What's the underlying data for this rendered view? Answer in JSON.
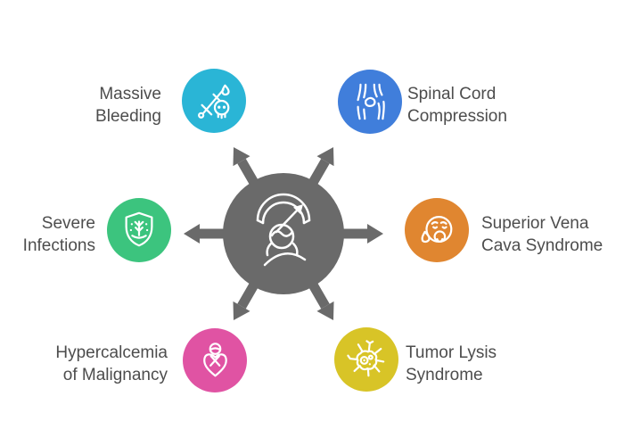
{
  "title": "Oncologic emergencies diagram",
  "canvas": {
    "background": "#ffffff"
  },
  "text_color": "#4d4d4d",
  "hub": {
    "color": "#6a6a6a",
    "icon": "stress-gauge-sad-face",
    "arrow_directions": [
      "right",
      "up-right",
      "up-left",
      "left",
      "down-left",
      "down-right"
    ]
  },
  "nodes": [
    {
      "id": "massive-bleeding",
      "line1": "Massive",
      "line2": "Bleeding",
      "color": "#2ab5d6",
      "icon": "sword-skull-blood-drop",
      "side": "left"
    },
    {
      "id": "spinal-cord-compression",
      "line1": "Spinal Cord",
      "line2": "Compression",
      "color": "#407edb",
      "icon": "bone-joint",
      "side": "right"
    },
    {
      "id": "severe-infections",
      "line1": "Severe",
      "line2": "Infections",
      "color": "#3cc47e",
      "icon": "shield-germ",
      "side": "left"
    },
    {
      "id": "superior-vena-cava-syndrome",
      "line1": "Superior Vena",
      "line2": "Cava Syndrome",
      "color": "#e08630",
      "icon": "sick-face-drop",
      "side": "right"
    },
    {
      "id": "hypercalcemia-of-malignancy",
      "line1": "Hypercalcemia",
      "line2": "of Malignancy",
      "color": "#e053a3",
      "icon": "pill-heart",
      "side": "left"
    },
    {
      "id": "tumor-lysis-syndrome",
      "line1": "Tumor Lysis",
      "line2": "Syndrome",
      "color": "#d8c427",
      "icon": "tumor-cell",
      "side": "right"
    }
  ]
}
